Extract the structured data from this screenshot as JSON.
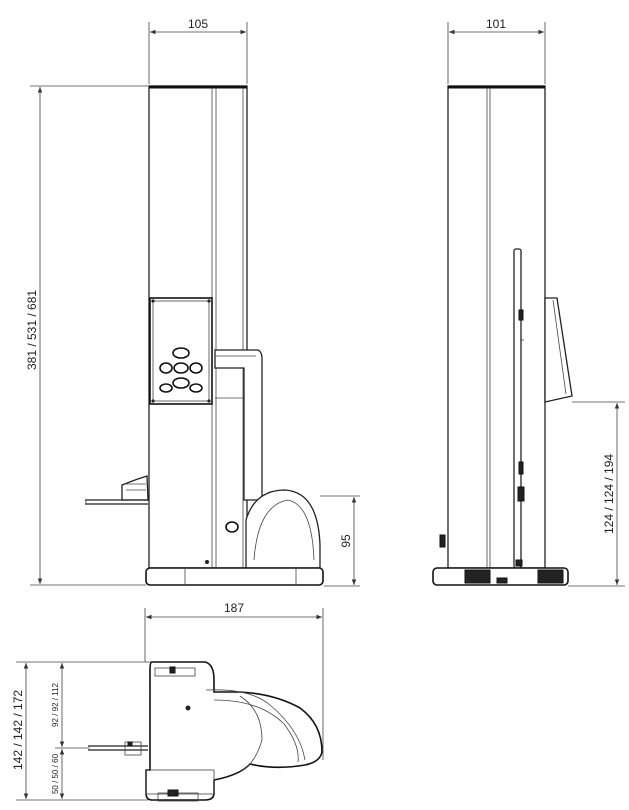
{
  "dimensions": {
    "front_width": "105",
    "side_width": "101",
    "total_height": "381 / 531 / 681",
    "base_height": "95",
    "side_height": "124 / 124 / 194",
    "top_width": "187",
    "top_depth": "142 / 142 / 172",
    "top_depth_mid": "92 / 92 / 112",
    "top_depth_small": "50 / 50 / 60"
  },
  "colors": {
    "line": "#222222",
    "dim_line": "#444444",
    "background": "#ffffff"
  }
}
